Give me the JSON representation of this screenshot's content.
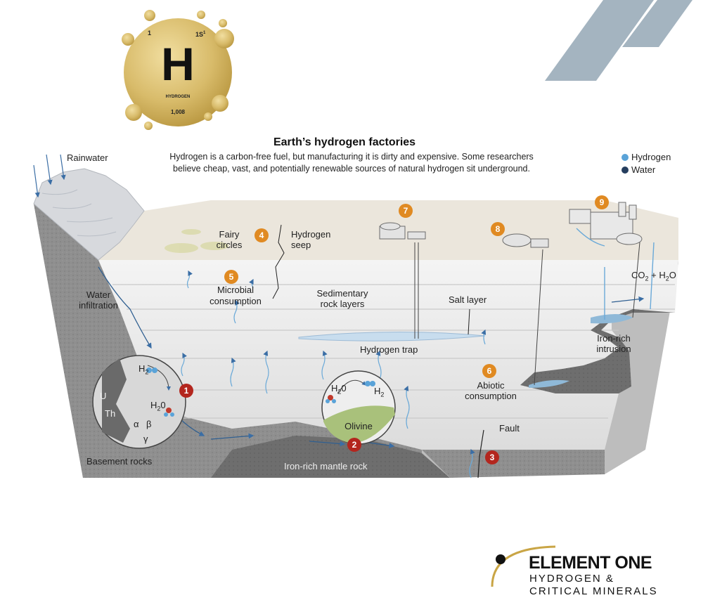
{
  "element_tile": {
    "atomic_number": "1",
    "electron_config": "1S",
    "electron_sup": "1",
    "symbol": "H",
    "name": "HYDROGEN",
    "mass": "1,008"
  },
  "header": {
    "title": "Earth’s hydrogen factories",
    "subtitle_line1": "Hydrogen is a carbon-free fuel, but manufacturing it is dirty and expensive. Some researchers",
    "subtitle_line2": "believe cheap, vast, and potentially renewable sources of natural hydrogen sit underground."
  },
  "legend": {
    "items": [
      {
        "label": "Hydrogen",
        "color": "#5aa3d8"
      },
      {
        "label": "Water",
        "color": "#253e5e"
      }
    ]
  },
  "labels": {
    "rainwater": "Rainwater",
    "water_infiltration_1": "Water",
    "water_infiltration_2": "infiltration",
    "fairy_1": "Fairy",
    "fairy_2": "circles",
    "seep_1": "Hydrogen",
    "seep_2": "seep",
    "microbial_1": "Microbial",
    "microbial_2": "consumption",
    "sedimentary_1": "Sedimentary",
    "sedimentary_2": "rock layers",
    "salt_layer": "Salt layer",
    "hydrogen_trap": "Hydrogen trap",
    "co2": "CO",
    "co2_sub": "2",
    "plus": " + ",
    "h2o": "H",
    "h2o_sub": "2",
    "h2o_o": "O",
    "iron_intrusion_1": "Iron-rich",
    "iron_intrusion_2": "intrusion",
    "abiotic_1": "Abiotic",
    "abiotic_2": "consumption",
    "fault": "Fault",
    "basement": "Basement rocks",
    "mantle": "Iron-rich mantle rock",
    "olivine": "Olivine",
    "inset1_h2": "H",
    "inset1_h2_sub": "2",
    "inset1_h2o": "H",
    "inset1_h2o_sub": "2",
    "inset1_h2o_o": "0",
    "inset1_u": "U",
    "inset1_th": "Th",
    "inset1_alpha": "α",
    "inset1_beta": "β",
    "inset1_gamma": "γ",
    "inset2_h2o": "H",
    "inset2_h2o_sub": "2",
    "inset2_h2o_o": "0",
    "inset2_h2": "H",
    "inset2_h2_sub": "2"
  },
  "badges": [
    "1",
    "2",
    "3",
    "4",
    "5",
    "6",
    "7",
    "8",
    "9"
  ],
  "brand": {
    "name": "ELEMENT ONE",
    "line2": "HYDROGEN &",
    "line3": "CRITICAL MINERALS",
    "accent": "#c9a545",
    "stripe_color": "#a4b4c0"
  }
}
